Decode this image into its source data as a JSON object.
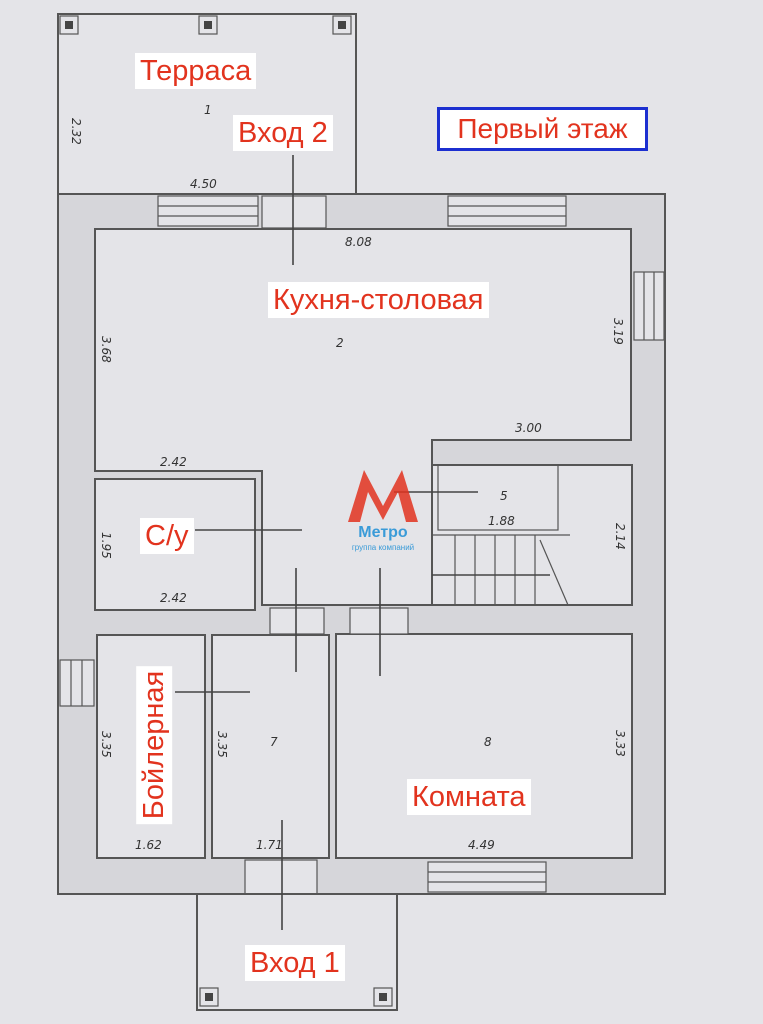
{
  "floor_title": "Первый этаж",
  "rooms": {
    "terrace": "Терраса",
    "entrance2": "Вход 2",
    "kitchen": "Кухня-столовая",
    "bathroom": "С/у",
    "boiler": "Бойлерная",
    "room": "Комната",
    "entrance1": "Вход 1"
  },
  "room_numbers": [
    "1",
    "2",
    "5",
    "7",
    "8"
  ],
  "dimensions": {
    "terrace_height": "2.32",
    "terrace_width": "4.50",
    "house_width": "8.08",
    "kitchen_left": "3.68",
    "kitchen_right": "3.19",
    "stair_width": "3.00",
    "bath_top": "2.42",
    "bath_height": "1.95",
    "bath_bottom": "2.42",
    "closet_width": "1.88",
    "stair_right": "2.14",
    "boiler_left": "3.35",
    "boiler_right": "3.35",
    "boiler_bottom": "1.62",
    "hall_bottom": "1.71",
    "room_right": "3.33",
    "room_bottom": "4.49"
  },
  "logo": {
    "name": "Метро",
    "subtitle": "группа компаний",
    "accent": "#e2331e",
    "text_color": "#3a9bd8"
  },
  "colors": {
    "label_text": "#e2331e",
    "title_border": "#1c2fd0"
  }
}
